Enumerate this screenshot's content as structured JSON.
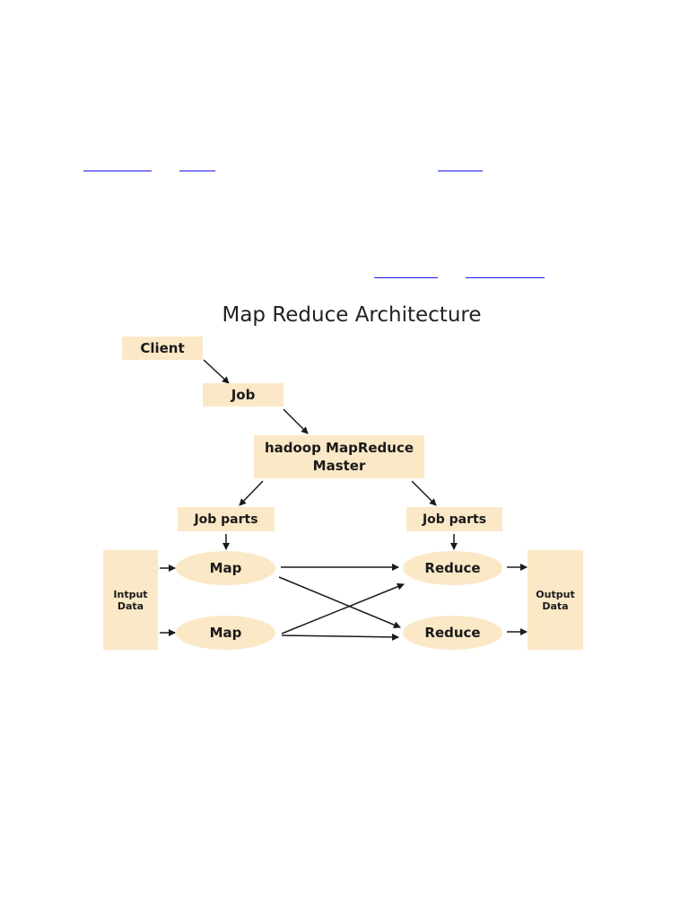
{
  "links": [
    "",
    "",
    "",
    "",
    ""
  ],
  "diagram": {
    "title": "Map Reduce Architecture",
    "client": "Client",
    "job": "Job",
    "master": "hadoop MapReduce Master",
    "job_parts_left": "Job parts",
    "job_parts_right": "Job parts",
    "input_data": "Intput Data",
    "output_data": "Output Data",
    "map_top": "Map",
    "map_bottom": "Map",
    "reduce_top": "Reduce",
    "reduce_bottom": "Reduce"
  },
  "colors": {
    "node_fill": "#fbe8c6",
    "link": "#1a1aee",
    "arrow": "#1a1a1a"
  }
}
